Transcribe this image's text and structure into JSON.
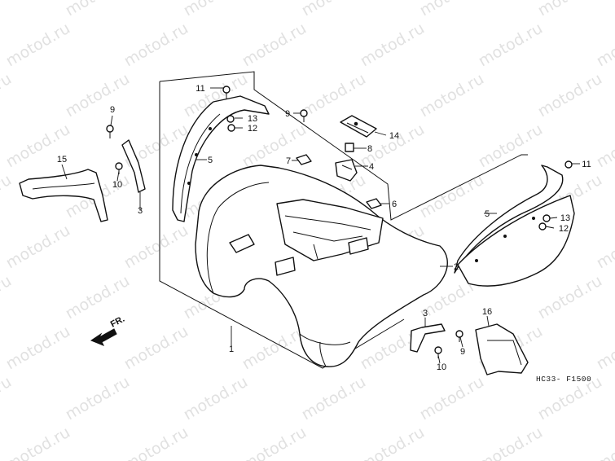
{
  "watermark": "motod.ru",
  "diagram_code": "HC33- F1500",
  "direction_label": "FR.",
  "callouts": [
    {
      "id": "1",
      "label": "1"
    },
    {
      "id": "2",
      "label": "2"
    },
    {
      "id": "3a",
      "label": "3"
    },
    {
      "id": "3b",
      "label": "3"
    },
    {
      "id": "4",
      "label": "4"
    },
    {
      "id": "5a",
      "label": "5"
    },
    {
      "id": "5b",
      "label": "5"
    },
    {
      "id": "6",
      "label": "6"
    },
    {
      "id": "7",
      "label": "7"
    },
    {
      "id": "8",
      "label": "8"
    },
    {
      "id": "9a",
      "label": "9"
    },
    {
      "id": "9b",
      "label": "9"
    },
    {
      "id": "9c",
      "label": "9"
    },
    {
      "id": "10a",
      "label": "10"
    },
    {
      "id": "10b",
      "label": "10"
    },
    {
      "id": "11a",
      "label": "11"
    },
    {
      "id": "11b",
      "label": "11"
    },
    {
      "id": "12a",
      "label": "12"
    },
    {
      "id": "12b",
      "label": "12"
    },
    {
      "id": "13a",
      "label": "13"
    },
    {
      "id": "13b",
      "label": "13"
    },
    {
      "id": "14",
      "label": "14"
    },
    {
      "id": "15",
      "label": "15"
    },
    {
      "id": "16",
      "label": "16"
    }
  ]
}
